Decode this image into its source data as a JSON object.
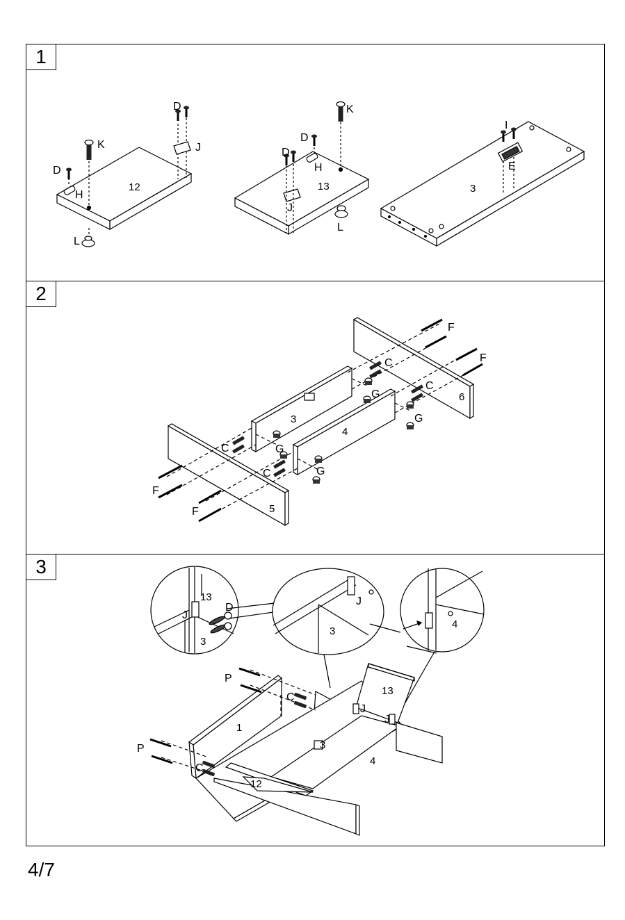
{
  "steps": [
    {
      "number": "1",
      "parts": {
        "d": "D",
        "k": "K",
        "j": "J",
        "h": "H",
        "l": "L",
        "i": "I",
        "e": "E",
        "panel12": "12",
        "panel13": "13",
        "panel3": "3"
      }
    },
    {
      "number": "2",
      "parts": {
        "f": "F",
        "c": "C",
        "g": "G",
        "panel3": "3",
        "panel4": "4",
        "panel5": "5",
        "panel6": "6"
      }
    },
    {
      "number": "3",
      "parts": {
        "p": "P",
        "c": "C",
        "j": "J",
        "d": "D",
        "panel1": "1",
        "panel3": "3",
        "panel4": "4",
        "panel12": "12",
        "panel13": "13"
      }
    }
  ],
  "page_number": "4/7"
}
